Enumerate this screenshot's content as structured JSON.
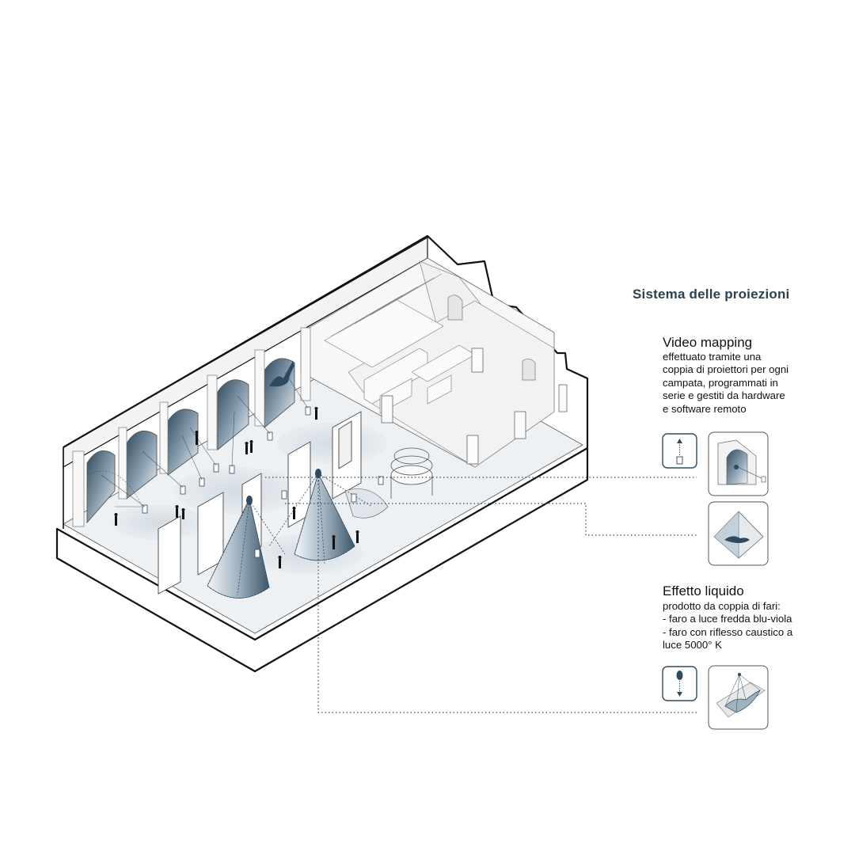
{
  "legend": {
    "title": "Sistema delle proiezioni",
    "video_mapping": {
      "title": "Video mapping",
      "description_lines": [
        "effettuato tramite una",
        "coppia di proiettori per ogni",
        "campata, programmati in",
        "serie e gestiti da hardware",
        "e software remoto"
      ],
      "icon_device": "projector-pair-icon",
      "icon_views": [
        "wall-mapping-view-icon",
        "pyramid-projection-view-icon"
      ]
    },
    "effetto_liquido": {
      "title": "Effetto liquido",
      "description_lines": [
        "prodotto  da coppia di fari:",
        "- faro a luce fredda blu-viola",
        "- faro con riflesso caustico a",
        "luce 5000° K"
      ],
      "icon_device": "spotlight-pair-icon",
      "icon_views": [
        "caustic-spot-view-icon"
      ]
    }
  },
  "colors": {
    "title": "#2b4150",
    "accent_blue": "#7a93a6",
    "deep_blue": "#2f4a5e",
    "line": "#111111",
    "leader": "#344a5a",
    "floor": "#e9ecef",
    "wall": "#f6f6f6"
  }
}
